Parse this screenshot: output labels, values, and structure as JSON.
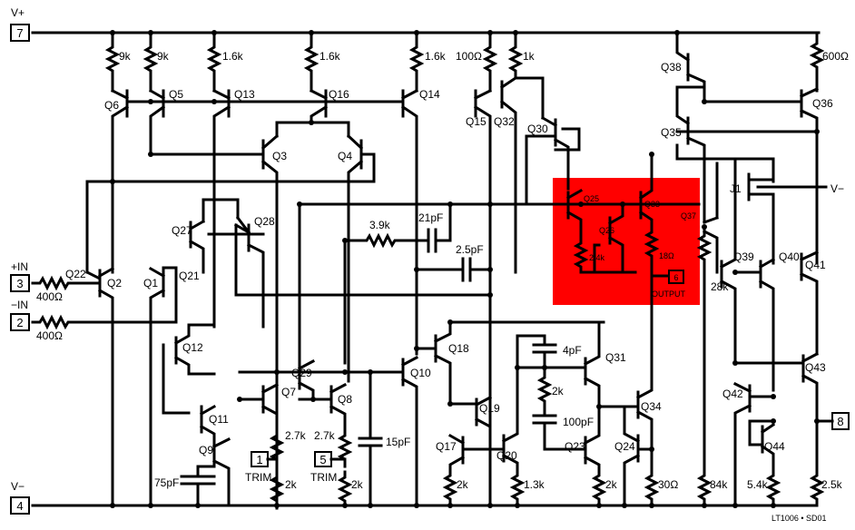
{
  "highlight": {
    "color": "#ff0000",
    "output_label": "OUTPUT",
    "output_pin": "6"
  },
  "rails": {
    "vplus": "V+",
    "vminus": "V−",
    "vminus_right": "V−"
  },
  "pins": {
    "p7": "7",
    "p3": "3",
    "p2": "2",
    "p4": "4",
    "p1": "1",
    "p5": "5",
    "p8": "8",
    "in_plus": "+IN",
    "in_minus": "−IN",
    "trim1": "TRIM",
    "trim2": "TRIM"
  },
  "transistors": {
    "q1": "Q1",
    "q2": "Q2",
    "q3": "Q3",
    "q4": "Q4",
    "q5": "Q5",
    "q6": "Q6",
    "q7": "Q7",
    "q8": "Q8",
    "q9": "Q9",
    "q10": "Q10",
    "q11": "Q11",
    "q12": "Q12",
    "q13": "Q13",
    "q14": "Q14",
    "q15": "Q15",
    "q16": "Q16",
    "q17": "Q17",
    "q18": "Q18",
    "q19": "Q19",
    "q20": "Q20",
    "q21": "Q21",
    "q22": "Q22",
    "q23": "Q23",
    "q24": "Q24",
    "q25": "Q25",
    "q26": "Q26",
    "q27": "Q27",
    "q28": "Q28",
    "q29": "Q29",
    "q30": "Q30",
    "q31": "Q31",
    "q32": "Q32",
    "q33": "Q33",
    "q34": "Q34",
    "q35": "Q35",
    "q36": "Q36",
    "q37": "Q37",
    "q38": "Q38",
    "q39": "Q39",
    "q40": "Q40",
    "q41": "Q41",
    "q42": "Q42",
    "q43": "Q43",
    "q44": "Q44",
    "j1": "J1"
  },
  "components": {
    "r9k_a": "9k",
    "r9k_b": "9k",
    "r1k6_a": "1.6k",
    "r1k6_b": "1.6k",
    "r1k6_c": "1.6k",
    "r100": "100Ω",
    "r1k": "1k",
    "r600": "600Ω",
    "r3k9": "3.9k",
    "c21p": "21pF",
    "c2p5": "2.5pF",
    "r2k4": "2.4k",
    "r18": "18Ω",
    "r28k": "28k",
    "r400a": "400Ω",
    "r400b": "400Ω",
    "c4p": "4pF",
    "r2k_mid": "2k",
    "c100p": "100pF",
    "c15p": "15pF",
    "r2k7_a": "2.7k",
    "r2k7_b": "2.7k",
    "r2k_a": "2k",
    "r2k_b": "2k",
    "c75p": "75pF",
    "r2k_c": "2k",
    "r1k3": "1.3k",
    "r2k_d": "2k",
    "r30": "30Ω",
    "r84k": "84k",
    "r5k4": "5.4k",
    "r2k5": "2.5k"
  },
  "figure_id": "LT1006 • SD01"
}
